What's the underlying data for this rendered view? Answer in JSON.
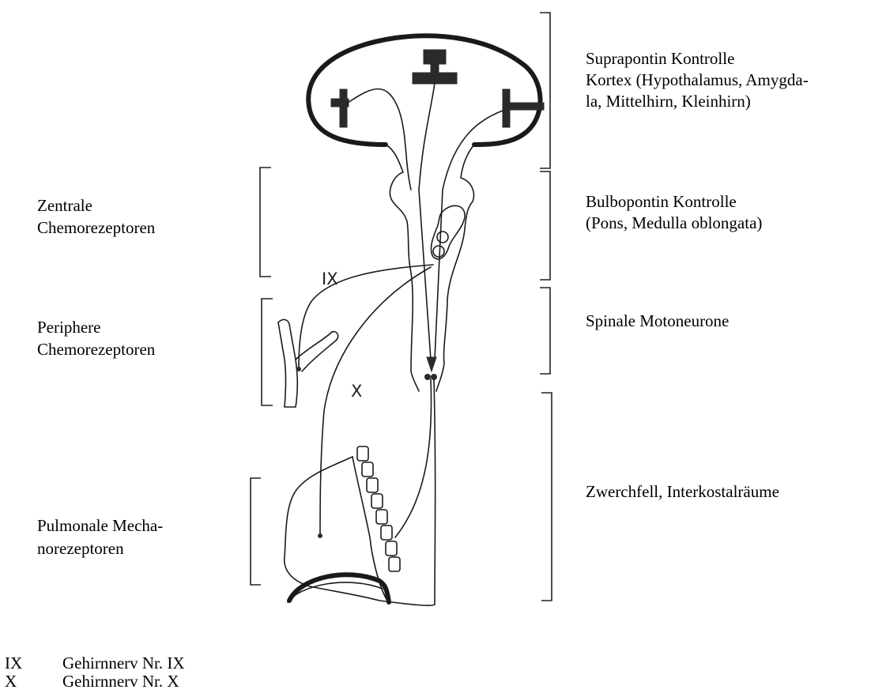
{
  "labels": {
    "suprapontin_line1": "Suprapontin Kontrolle",
    "suprapontin_line2": "Kortex (Hypothalamus, Amygda-",
    "suprapontin_line3": "la, Mittelhirn, Kleinhirn)",
    "bulbopontin_line1": "Bulbopontin Kontrolle",
    "bulbopontin_line2": "(Pons, Medulla oblongata)",
    "spinal": "Spinale Motoneurone",
    "diaphragm": "Zwerchfell, Interkostalräume",
    "central_line1": "Zentrale",
    "central_line2": "Chemorezeptoren",
    "peripheral_line1": "Periphere",
    "peripheral_line2": "Chemorezeptoren",
    "pulmonary_line1": "Pulmonale Mecha-",
    "pulmonary_line2": "norezeptoren"
  },
  "nerve_labels": {
    "ix": "IX",
    "x": "X"
  },
  "legend": [
    {
      "code": "IX",
      "text": "Gehirnnerv Nr. IX"
    },
    {
      "code": "X",
      "text": "Gehirnnerv Nr. X"
    }
  ]
}
